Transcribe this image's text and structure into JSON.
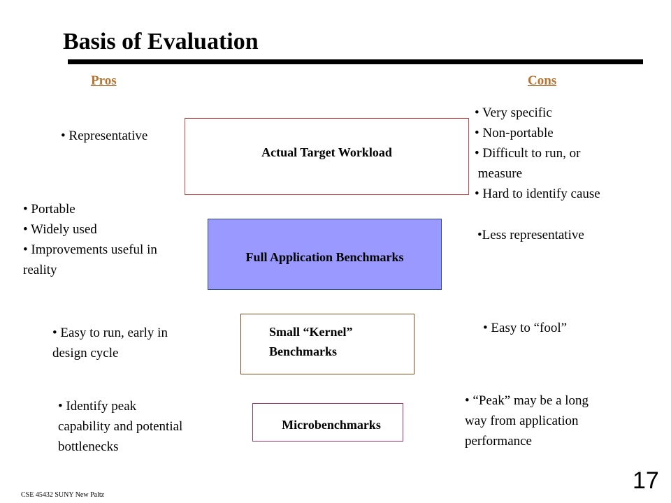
{
  "title": "Basis of Evaluation",
  "columns": {
    "pros_heading": "Pros",
    "cons_heading": "Cons",
    "heading_color": "#b8732e"
  },
  "boxes": {
    "actual": "Actual Target Workload",
    "full": "Full Application Benchmarks",
    "kernel_line1": "Small “Kernel”",
    "kernel_line2": "Benchmarks",
    "micro": "Microbenchmarks"
  },
  "box_colors": {
    "actual_border": "#c0504d",
    "full_fill": "#9999ff",
    "full_border": "#2e4a86",
    "kernel_border": "#7a4a1f",
    "micro_border": "#993366"
  },
  "pros": {
    "actual": [
      "• Representative"
    ],
    "full": [
      "• Portable",
      "• Widely used",
      "• Improvements useful in",
      "reality"
    ],
    "kernel": [
      "• Easy to run, early in",
      "design cycle"
    ],
    "micro": [
      "• Identify peak",
      "capability and potential",
      "bottlenecks"
    ]
  },
  "cons": {
    "actual": [
      "• Very specific",
      "• Non-portable",
      "• Difficult to run, or",
      " measure",
      "• Hard to identify cause"
    ],
    "full": [
      "•Less representative"
    ],
    "kernel": [
      "• Easy to “fool”"
    ],
    "micro": [
      "• “Peak” may be a long",
      "way from application",
      "performance"
    ]
  },
  "footer": "CSE 45432 SUNY New Paltz",
  "page_number": "17"
}
